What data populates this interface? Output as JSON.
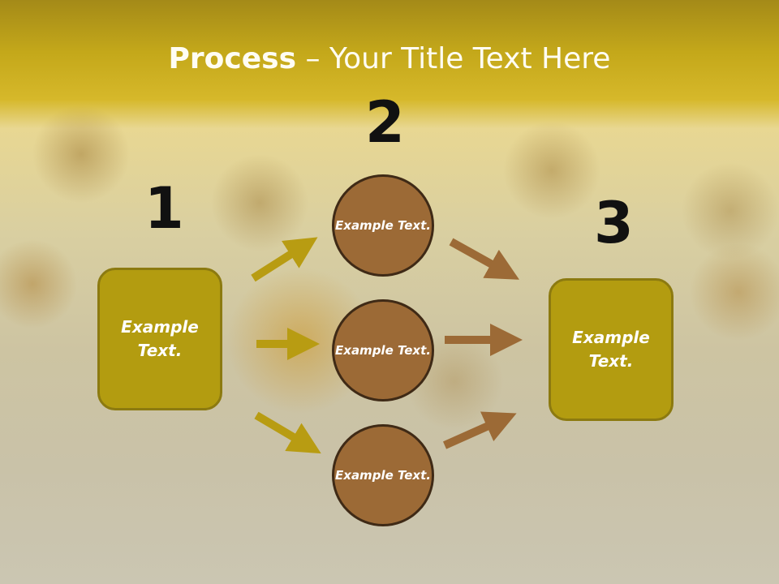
{
  "title": {
    "bold": "Process",
    "rest": " – Your Title Text Here"
  },
  "steps": [
    "1",
    "2",
    "3"
  ],
  "left_box": "Example Text.",
  "right_box": "Example Text.",
  "circles": [
    "Example Text.",
    "Example Text.",
    "Example Text."
  ],
  "colors": {
    "box": "#b39c10",
    "circle": "#9c6a36",
    "arrow_left": "#b89c12",
    "arrow_right": "#9c6a36"
  }
}
